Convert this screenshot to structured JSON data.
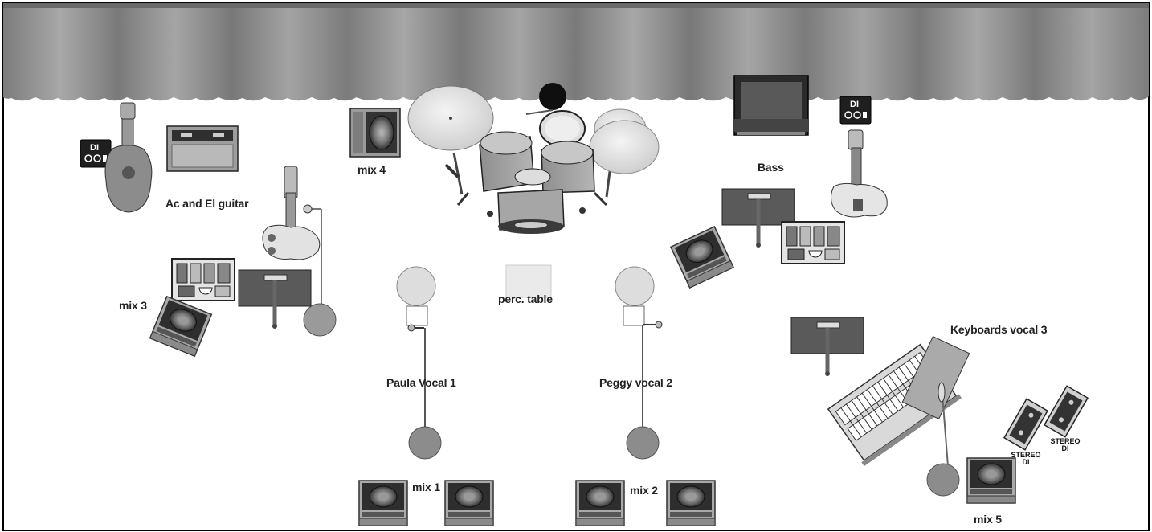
{
  "labels": {
    "ac_el_guitar": "Ac and El guitar",
    "mix4": "mix 4",
    "bass": "Bass",
    "mix3": "mix 3",
    "perc_table": "perc. table",
    "paula": "Paula Vocal 1",
    "peggy": "Peggy vocal 2",
    "keyboards": "Keyboards vocal 3",
    "mix1": "mix 1",
    "mix2": "mix 2",
    "mix5": "mix 5",
    "stereo_di_1_line1": "STEREO",
    "stereo_di_1_line2": "DI",
    "stereo_di_2_line1": "STEREO",
    "stereo_di_2_line2": "DI",
    "di_box_guitar": "DI",
    "di_box_bass": "DI"
  },
  "colors": {
    "curtain": "#8a8a8a",
    "floor": "#ffffff",
    "equipment": "#9a9a9a",
    "dark": "#3a3a3a"
  }
}
